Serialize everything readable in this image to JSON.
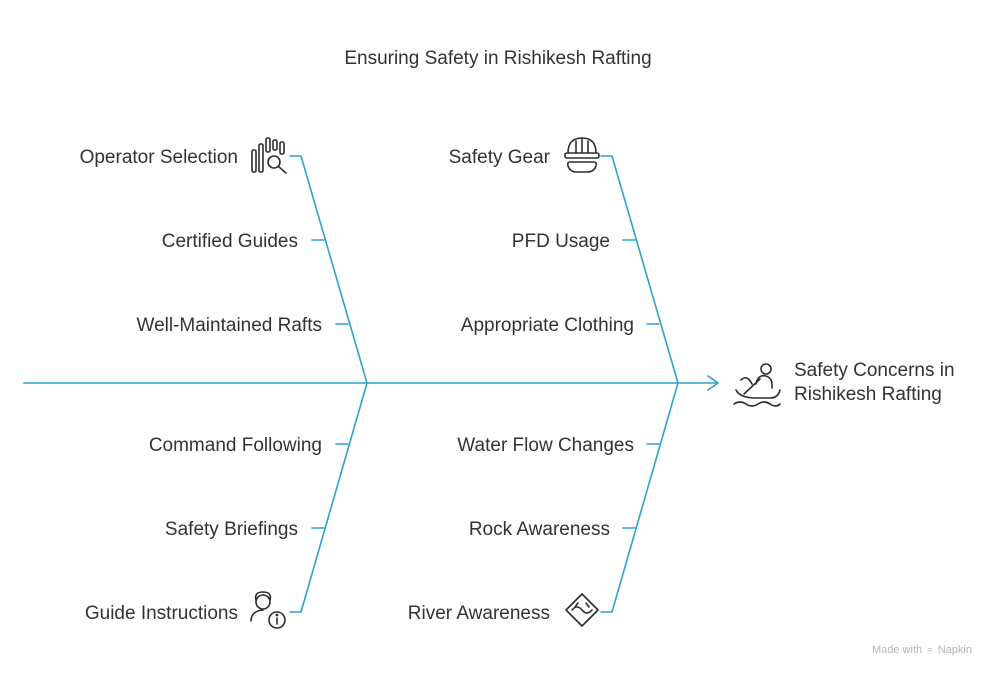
{
  "title": "Ensuring Safety in Rishikesh Rafting",
  "effect": {
    "line1": "Safety Concerns in",
    "line2": "Rishikesh Rafting",
    "icon": "rafter-icon"
  },
  "branches": {
    "top_left": [
      "Operator Selection",
      "Certified Guides",
      "Well-Maintained Rafts"
    ],
    "bottom_left": [
      "Command Following",
      "Safety Briefings",
      "Guide Instructions"
    ],
    "top_right": [
      "Safety Gear",
      "PFD Usage",
      "Appropriate Clothing"
    ],
    "bottom_right": [
      "Water Flow Changes",
      "Rock Awareness",
      "River Awareness"
    ]
  },
  "icons": {
    "top_left": "operator-search-icon",
    "bottom_left": "guide-info-icon",
    "top_right": "helmet-icon",
    "bottom_right": "river-sign-icon"
  },
  "colors": {
    "line": "#2aa3cf",
    "text": "#333333"
  },
  "watermark": {
    "prefix": "Made with",
    "brand": "Napkin"
  }
}
